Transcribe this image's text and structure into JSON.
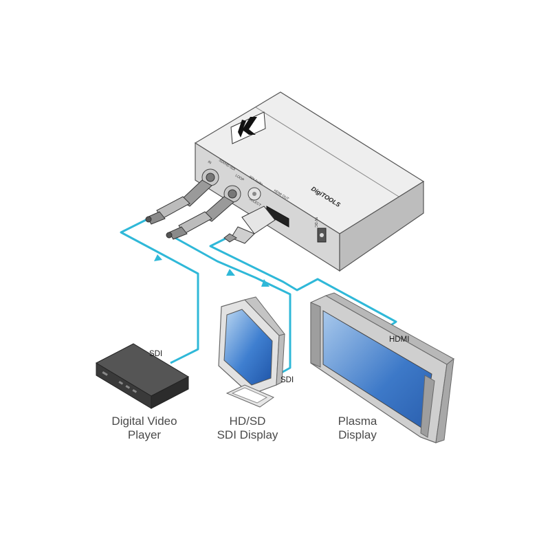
{
  "device": {
    "brand_text": "DigiTOOLS",
    "ports": {
      "in": "IN",
      "sdi_hd_sdi": "SDI/HD-SDI",
      "loop": "LOOP",
      "sdi_audio": "SDI Audio",
      "select": "SELECT",
      "hdmi_out": "HDMI OUT",
      "power": "5V DC"
    }
  },
  "cables": {
    "sdi_input_label": "SDI",
    "sdi_loop_label": "SDI",
    "hdmi_label": "HDMI"
  },
  "devices": {
    "player": {
      "line1": "Digital Video",
      "line2": "Player"
    },
    "sdi_display": {
      "line1": "HD/SD",
      "line2": "SDI Display"
    },
    "plasma": {
      "line1": "Plasma",
      "line2": "Display"
    }
  },
  "colors": {
    "cable": "#2fb8d8",
    "screen": "#3f7fd0",
    "device_gray": "#d8d8d8"
  }
}
